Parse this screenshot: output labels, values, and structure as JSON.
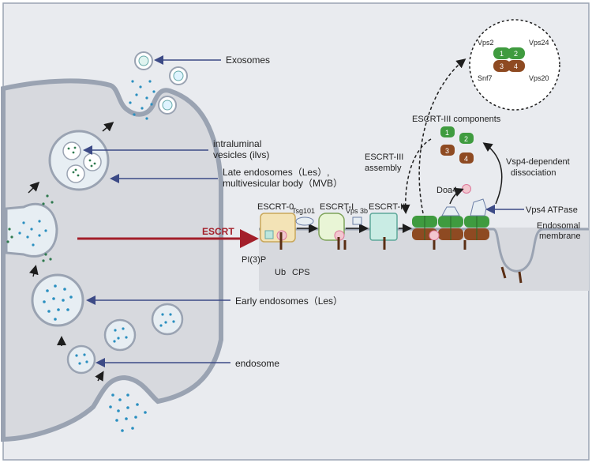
{
  "labels": {
    "exosomes": "Exosomes",
    "ilv_line1": "intraluminal",
    "ilv_line2": "vesicles (ilvs)",
    "late_line1": "Late endosomes（Les）,",
    "late_line2": "multivesicular body（MVB）",
    "escrt": "ESCRT",
    "early": "Early endosomes（Les）",
    "endosome": "endosome",
    "escrt0": "ESCRT-0",
    "tsg101": "Tsg101",
    "escrt1": "ESCRT-I",
    "vps3b": "Vps 3b",
    "escrt2": "ESCRT-II",
    "pi3p": "PI(3)P",
    "ub": "Ub",
    "cps": "CPS",
    "escrt3_assembly_line1": "ESCRT-III",
    "escrt3_assembly_line2": "assembly",
    "escrt3_components": "ESCRT-III components",
    "doa4": "Doa4",
    "vsp4_line1": "Vsp4-dependent",
    "vsp4_line2": "dissociation",
    "vps4_atpase": "Vps4 ATPase",
    "endosomal_line1": "Endosomal",
    "endosomal_line2": "membrane",
    "vps2": "Vps2",
    "vps24": "Vps24",
    "snf7": "Snf7",
    "vps20": "Vps20",
    "n1": "1",
    "n2": "2",
    "n3": "3",
    "n4": "4"
  },
  "colors": {
    "background": "#e9ebef",
    "cell": "#d7d9de",
    "membrane_outline": "#9aa3b2",
    "pointer_line": "#3c4a86",
    "escrt_arrow": "#a31f2a",
    "green": "#3f9b3f",
    "brown": "#8e4a22",
    "escrt0_fill": "#f3e3b6",
    "escrt1_fill": "#e9f5d6",
    "escrt2_fill": "#c9ece4",
    "vesicle_dot": "#2a8fc0",
    "vesicle_dot_green": "#2f7a4f"
  }
}
